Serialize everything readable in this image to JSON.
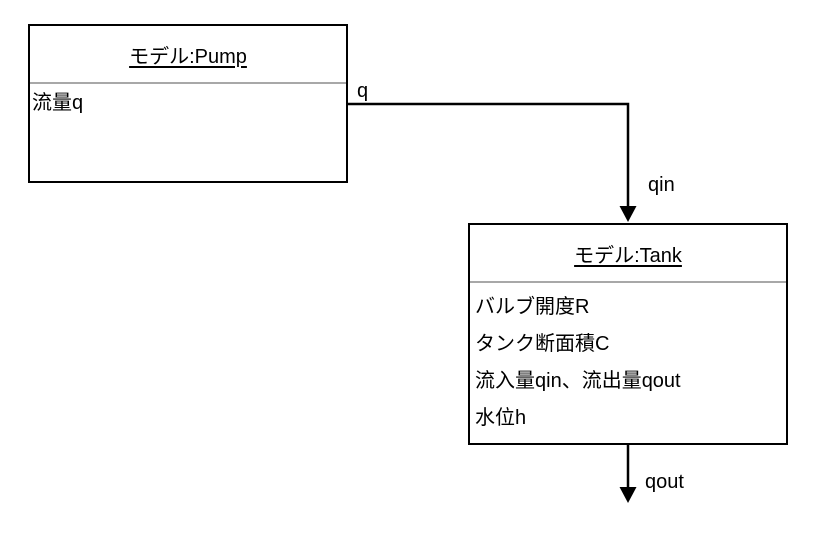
{
  "diagram": {
    "colors": {
      "background": "#ffffff",
      "box_border": "#000000",
      "divider": "#a8a8a8",
      "text": "#000000",
      "connector": "#000000"
    },
    "pump": {
      "title": "モデル:Pump",
      "attributes": [
        "流量q"
      ]
    },
    "tank": {
      "title": "モデル:Tank",
      "attributes": [
        "バルブ開度R",
        "タンク断面積C",
        "流入量qin、流出量qout",
        "水位h"
      ]
    },
    "flow_labels": {
      "source": "q",
      "inflow": "qin",
      "outflow": "qout"
    }
  }
}
